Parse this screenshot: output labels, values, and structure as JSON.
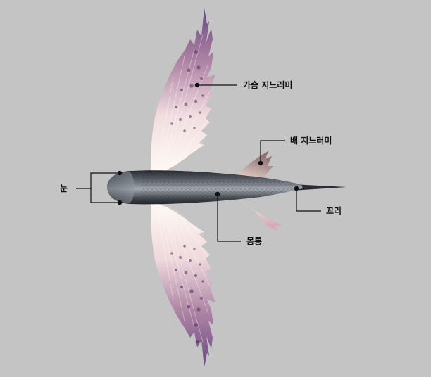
{
  "labels": {
    "pectoral_fin": "가슴 지느러미",
    "pelvic_fin": "배 지느러미",
    "eye": "눈",
    "tail": "꼬리",
    "body": "몸통"
  },
  "colors": {
    "background": "#c4c4c4",
    "leader_line": "#111111",
    "fin_purple": "#6e4a86",
    "fin_pale": "#fbf6ee",
    "body_dark": "#2b2e34",
    "body_light": "#9aa1a9"
  }
}
